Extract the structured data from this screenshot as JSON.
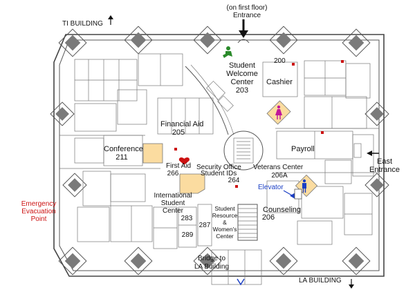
{
  "map": {
    "labels": {
      "ti_building": "TI BUILDING",
      "entrance_note": "(on first floor)",
      "entrance": "Entrance",
      "student_welcome_line1": "Student",
      "student_welcome_line2": "Welcome",
      "student_welcome_line3": "Center",
      "student_welcome_num": "203",
      "room_200": "200",
      "cashier": "Cashier",
      "financial_aid": "Financial Aid",
      "financial_aid_num": "205",
      "conference": "Conference",
      "conference_num": "211",
      "payroll": "Payroll",
      "east_entrance_line1": "East",
      "east_entrance_line2": "Entrance",
      "first_aid": "First Aid",
      "first_aid_num": "266",
      "security_office": "Security Office",
      "student_ids": "Student IDs",
      "security_num": "264",
      "veterans_center": "Veterans Center",
      "veterans_num": "206A",
      "elevator": "Elevator",
      "emergency_line1": "Emergency",
      "emergency_line2": "Evacuation",
      "emergency_line3": "Point",
      "international_line1": "International",
      "international_line2": "Student",
      "international_line3": "Center",
      "international_num": "283",
      "room_287": "287",
      "room_289": "289",
      "student_resource_line1": "Student",
      "student_resource_line2": "Resource",
      "student_resource_line3": "&",
      "student_resource_line4": "Women's",
      "student_resource_line5": "Center",
      "counseling": "Counseling",
      "counseling_num": "206",
      "bridge_line1": "Bridge to",
      "bridge_line2": "LA Building",
      "la_building": "LA BUILDING"
    },
    "colors": {
      "highlight": "#fbdca0",
      "emergency": "#cc1111",
      "elevator": "#1a3ec4",
      "restroom_women": "#c0189a",
      "restroom_men": "#1a3ec4",
      "first_aid_heart": "#cc1111",
      "figure": "#2a8a2a"
    },
    "icons": [
      "arrow-up-icon",
      "arrow-down-icon",
      "arrow-left-icon",
      "heart-icon",
      "restroom-women-icon",
      "restroom-men-icon",
      "running-figure-icon",
      "elevator-arrow-icon"
    ]
  }
}
